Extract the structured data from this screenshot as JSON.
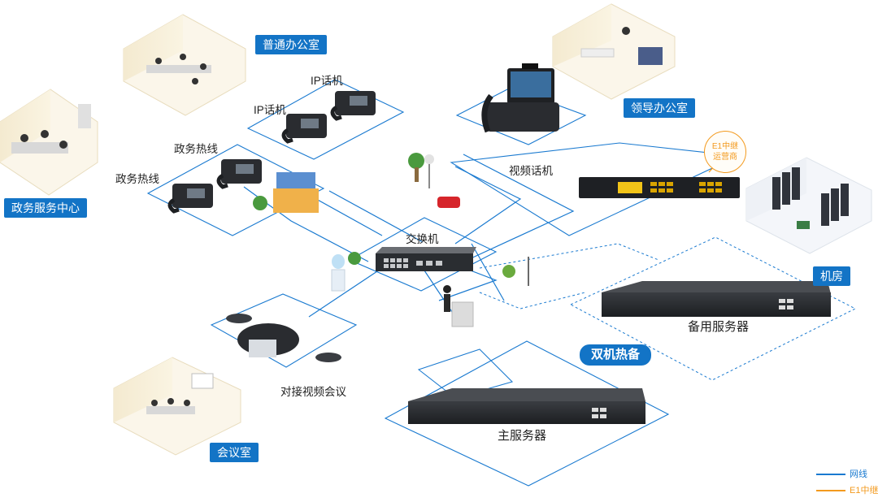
{
  "areas": {
    "gov_service_center": "政务服务中心",
    "general_office": "普通办公室",
    "leader_office": "领导办公室",
    "machine_room": "机房",
    "meeting_room": "会议室"
  },
  "devices": {
    "ip_phone_1": "IP话机",
    "ip_phone_2": "IP话机",
    "hotline_1": "政务热线",
    "hotline_2": "政务热线",
    "video_phone": "视频话机",
    "switch": "交换机",
    "backup_server": "备用服务器",
    "main_server": "主服务器",
    "video_conference": "对接视频会议"
  },
  "e1_gateway": {
    "line1": "E1中继",
    "line2": "运营商"
  },
  "hot_standby": "双机热备",
  "legend": [
    {
      "label": "网线",
      "color": "#1a7ad0"
    },
    {
      "label": "E1中继",
      "color": "#f39a1e"
    }
  ],
  "colors": {
    "line": "#1a7ad0",
    "badge": "#1374c6",
    "e1": "#f39a1e"
  }
}
